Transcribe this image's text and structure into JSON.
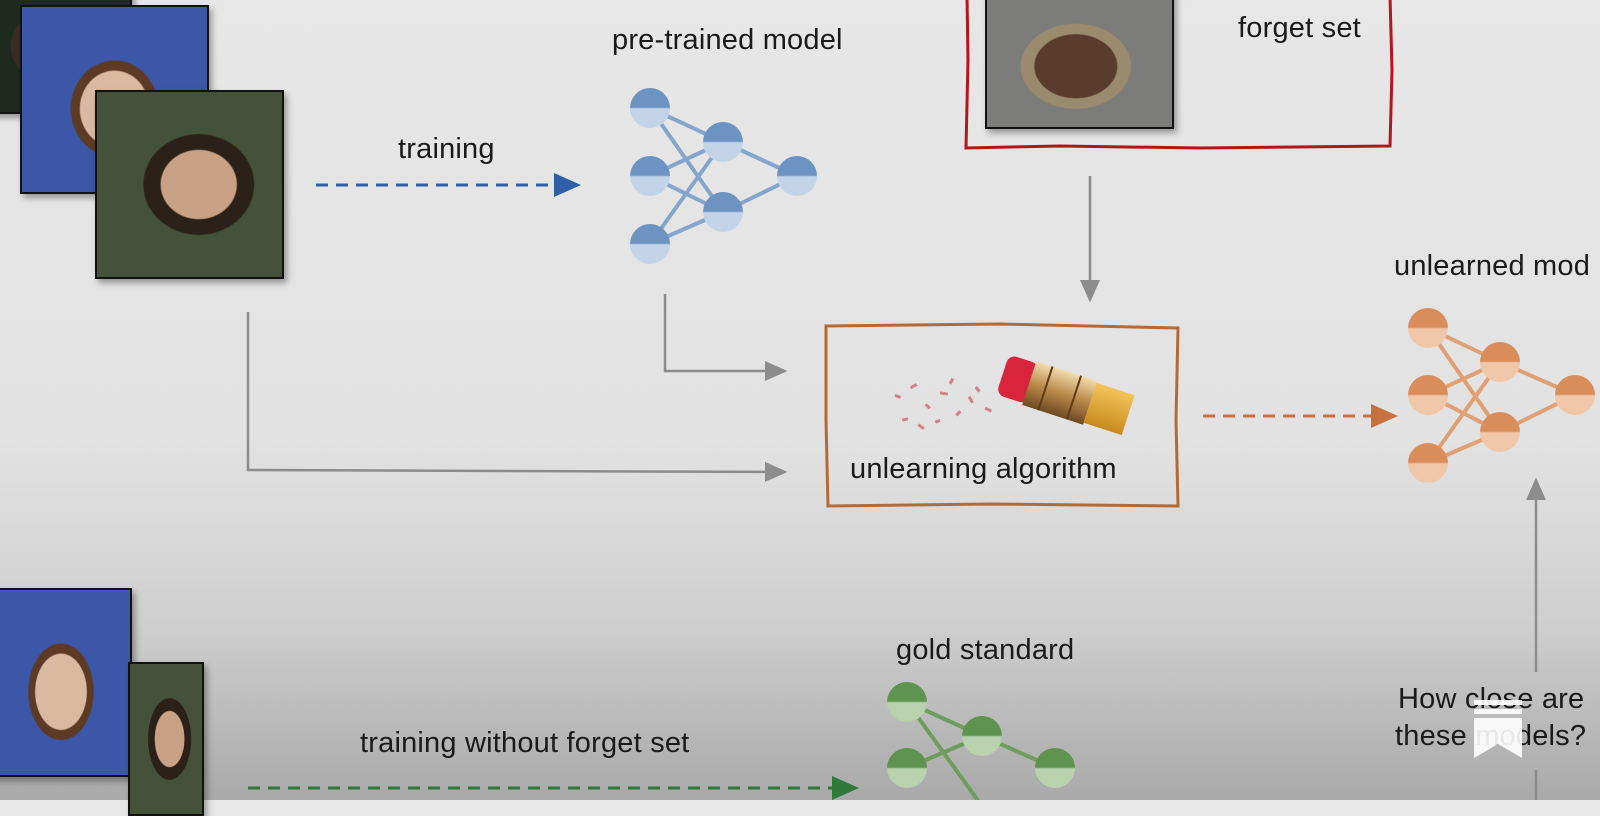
{
  "labels": {
    "pretrained": "pre-trained model",
    "training": "training",
    "forget_set": "forget set",
    "unlearned": "unlearned mod",
    "algorithm": "unlearning algorithm",
    "gold": "gold standard",
    "training_without": "training without forget set",
    "question_line1": "How close are",
    "question_line2": "these models?"
  },
  "colors": {
    "blue": "#2f5fa6",
    "blue_node": "#7fa3cc",
    "orange": "#c8713f",
    "orange_node": "#e0a074",
    "green": "#2f7a3a",
    "green_node": "#6e9e5e",
    "gray_arrow": "#8c8c8c",
    "red_box": "#b8141a",
    "brown_box": "#b56a35"
  },
  "icons": {
    "eraser": "eraser-icon",
    "bookmark": "bookmark-icon"
  }
}
